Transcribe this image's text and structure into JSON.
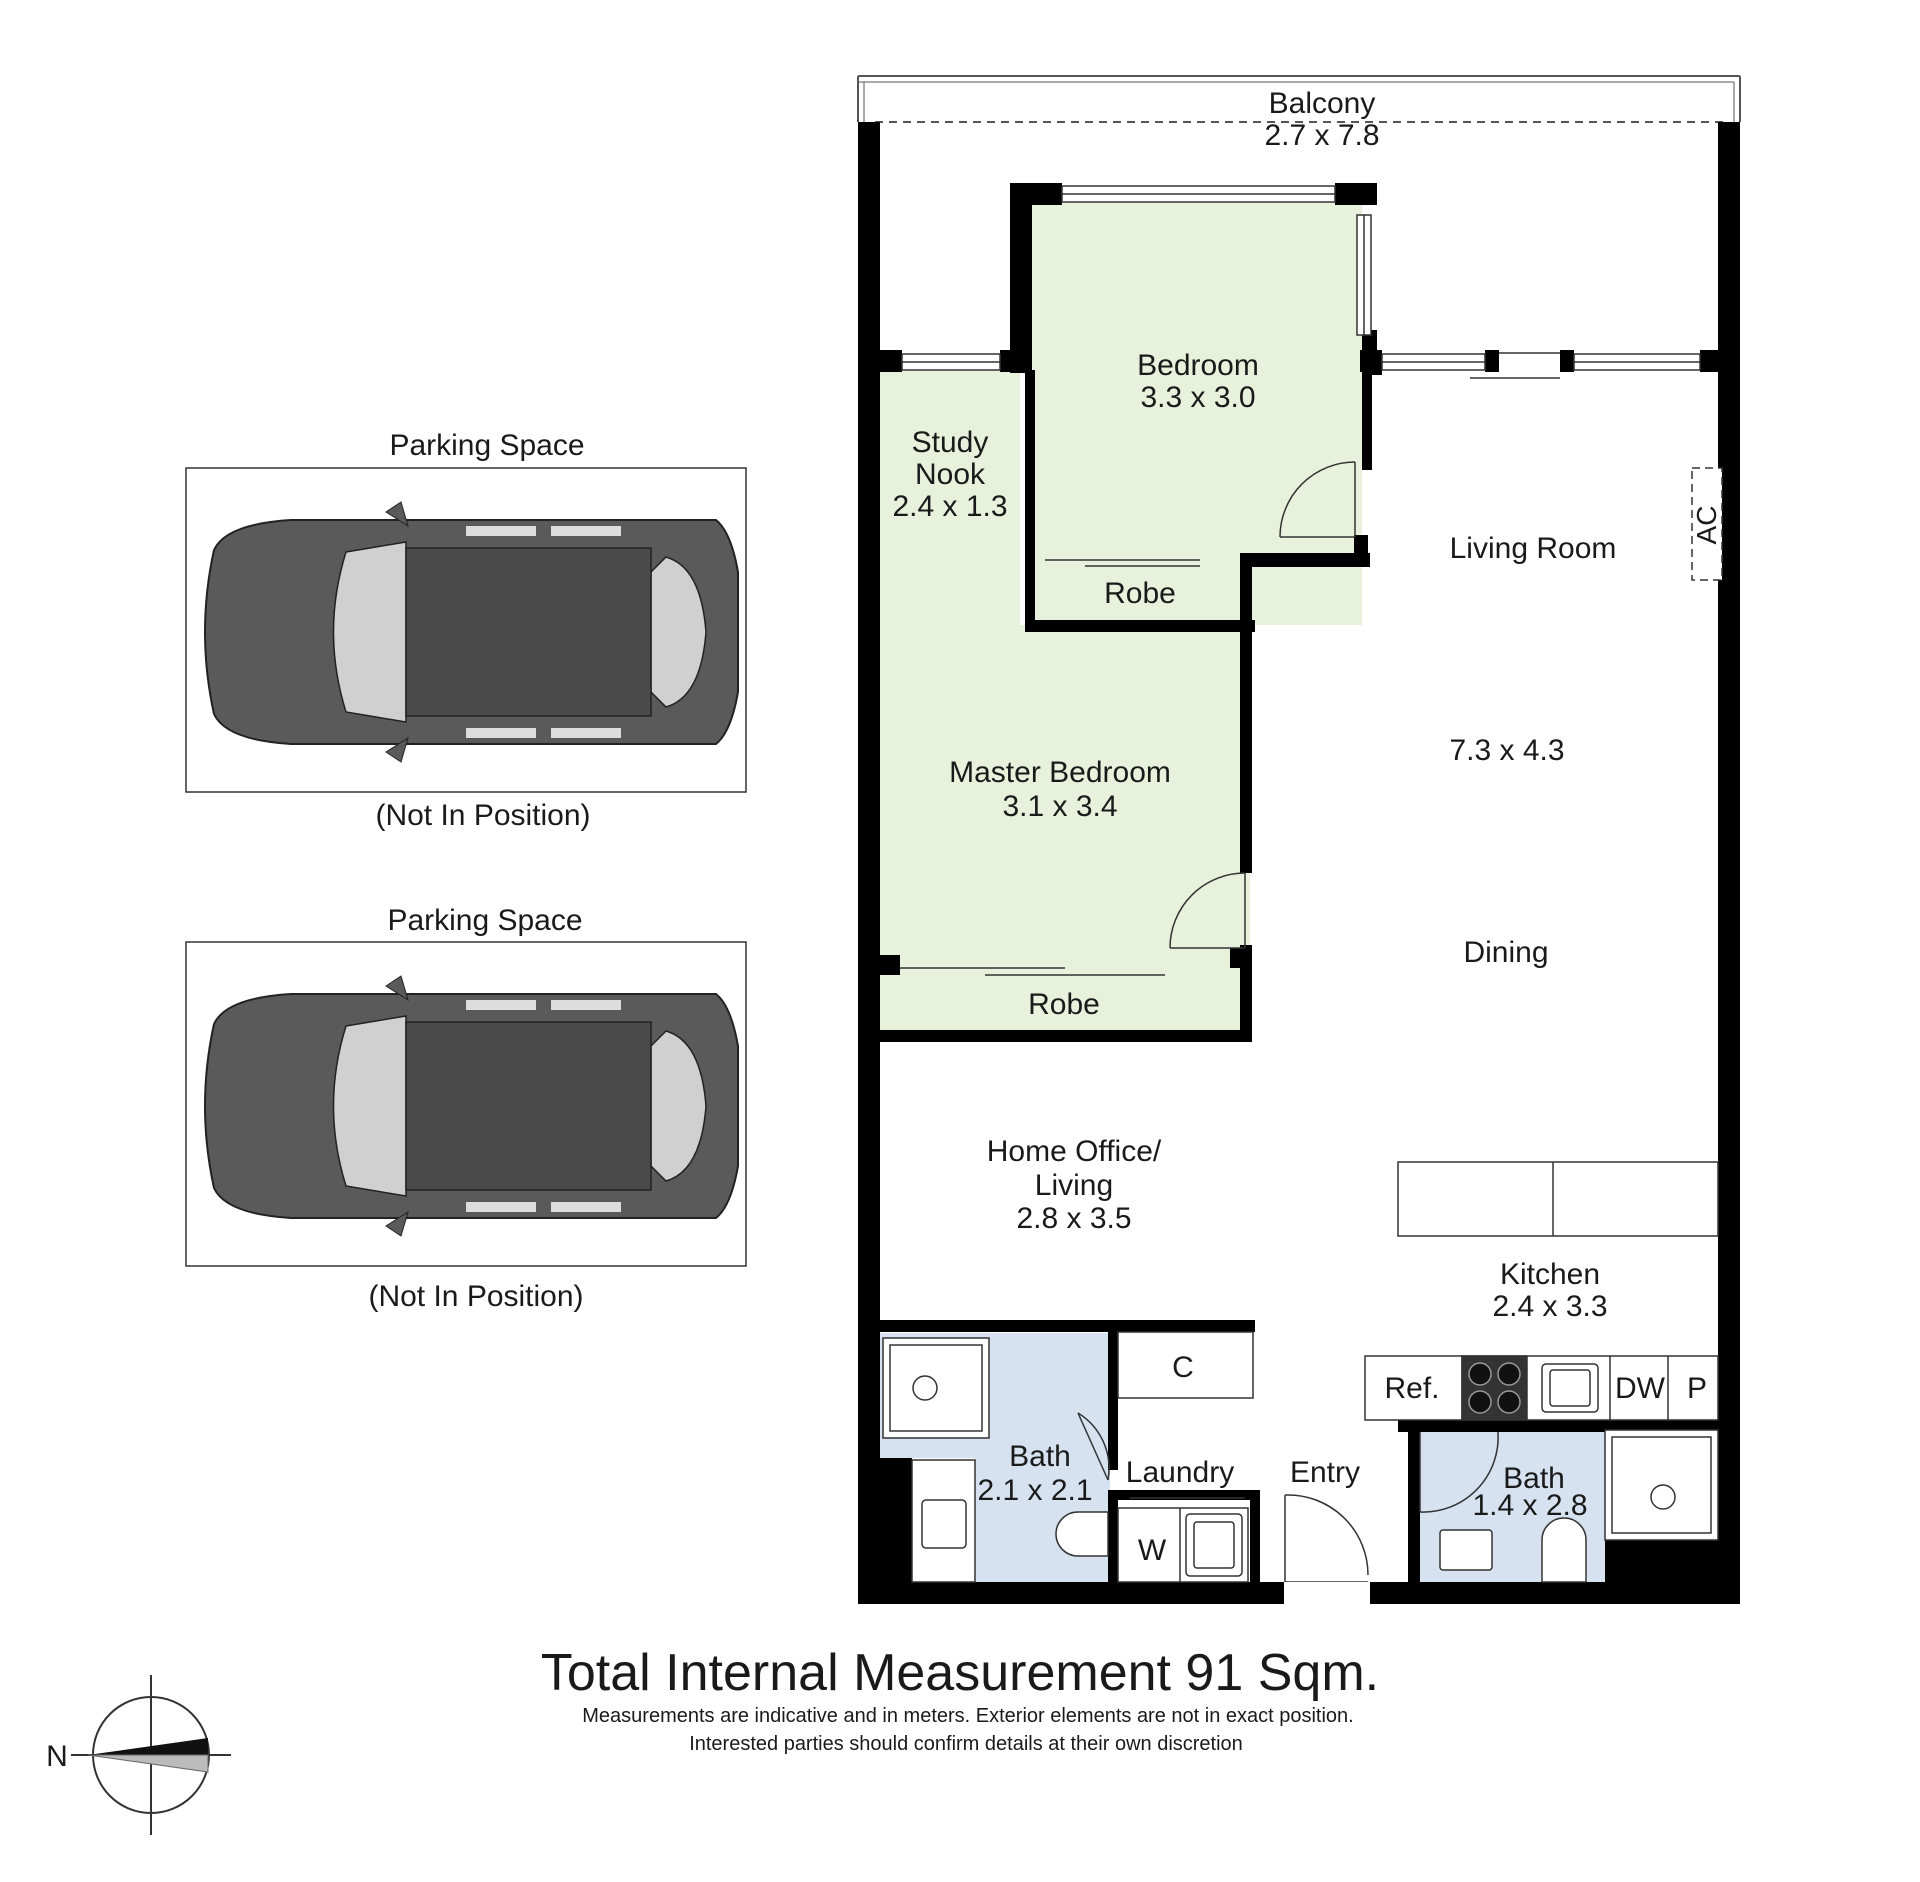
{
  "colors": {
    "green_room": "#e8f1dc",
    "blue_room": "#d6e2f0",
    "wall": "#000000",
    "car_body": "#5a5a5a",
    "car_glass": "#d0d0d0"
  },
  "balcony": {
    "name": "Balcony",
    "size": "2.7 x 7.8"
  },
  "bedroom": {
    "name": "Bedroom",
    "size": "3.3 x 3.0"
  },
  "study": {
    "name_1": "Study",
    "name_2": "Nook",
    "size": "2.4 x 1.3"
  },
  "robe_1": "Robe",
  "robe_2": "Robe",
  "master": {
    "name": "Master Bedroom",
    "size": "3.1 x 3.4"
  },
  "living": {
    "name": "Living Room",
    "size": "7.3 x 4.3",
    "dining": "Dining",
    "ac": "AC"
  },
  "office": {
    "name_1": "Home Office/",
    "name_2": "Living",
    "size": "2.8 x 3.5"
  },
  "kitchen": {
    "name": "Kitchen",
    "size": "2.4 x 3.3",
    "ref": "Ref.",
    "dw": "DW",
    "p": "P"
  },
  "bath_1": {
    "name": "Bath",
    "size": "2.1 x 2.1"
  },
  "bath_2": {
    "name": "Bath",
    "size": "1.4 x 2.8"
  },
  "cupboard": "C",
  "laundry": {
    "name": "Laundry",
    "w": "W"
  },
  "entry": "Entry",
  "parking": [
    {
      "title": "Parking Space",
      "note": "(Not In Position)"
    },
    {
      "title": "Parking Space",
      "note": "(Not In Position)"
    }
  ],
  "footer": {
    "title": "Total Internal Measurement 91 Sqm.",
    "line_1": "Measurements are indicative and in meters. Exterior elements are not in exact position.",
    "line_2": "Interested parties should confirm details at their own discretion"
  },
  "compass": {
    "label": "N"
  }
}
